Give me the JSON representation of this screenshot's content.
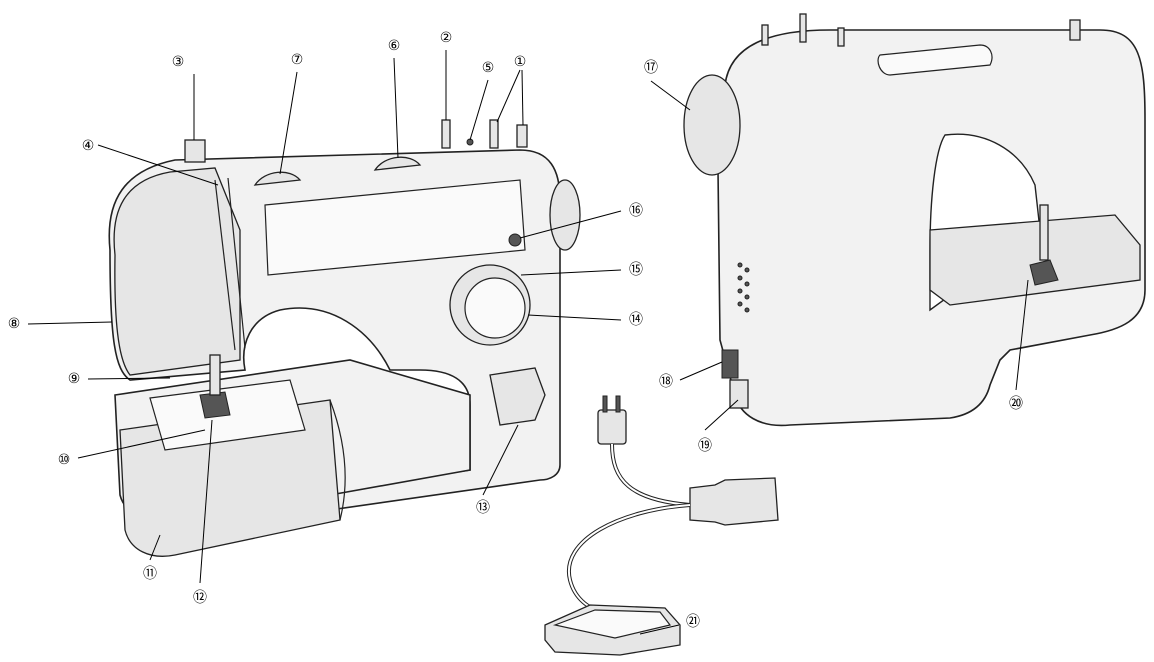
{
  "callouts": {
    "c1": "①",
    "c2": "②",
    "c3": "③",
    "c4": "④",
    "c5": "⑤",
    "c6": "⑥",
    "c7": "⑦",
    "c8": "⑧",
    "c9": "⑨",
    "c10": "⑩",
    "c11": "⑪",
    "c12": "⑫",
    "c13": "⑬",
    "c14": "⑭",
    "c15": "⑮",
    "c16": "⑯",
    "c17": "⑰",
    "c18": "⑱",
    "c19": "⑲",
    "c20": "⑳",
    "c21": "㉑"
  }
}
